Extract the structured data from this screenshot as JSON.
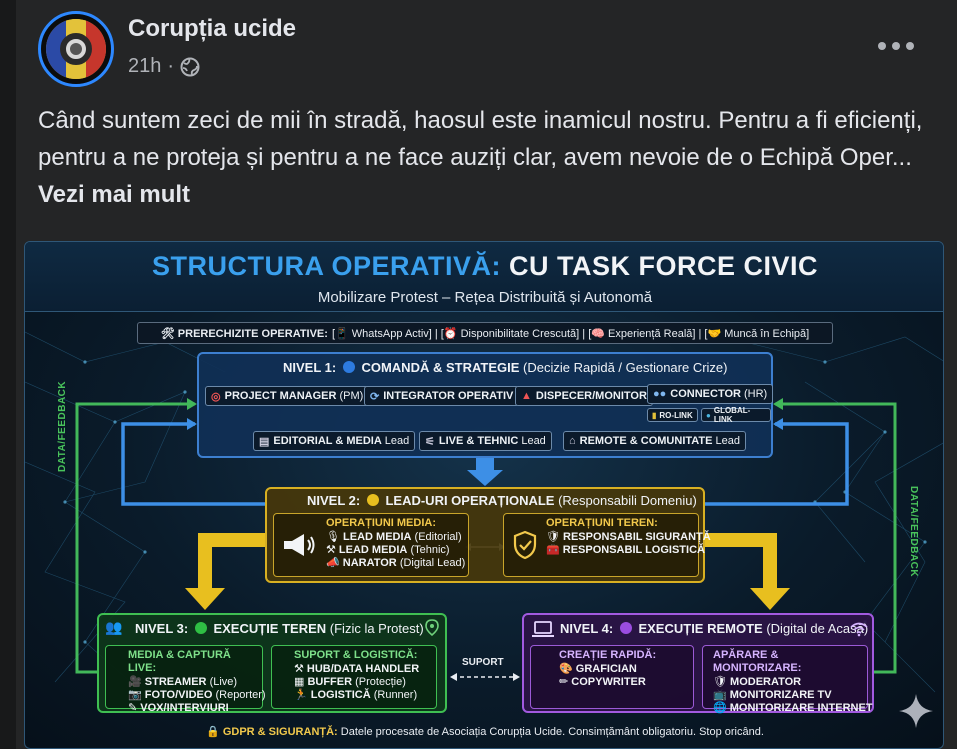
{
  "post": {
    "page_name": "Corupția ucide",
    "time": "21h",
    "separator": "·",
    "text": "Când suntem zeci de mii în stradă, haosul este inamicul nostru. Pentru a fi eficienți, pentru a ne proteja și pentru a ne face auziți clar, avem nevoie de o Echipă Oper...",
    "see_more": "Vezi mai mult"
  },
  "colors": {
    "fb_blue": "#2d88ff",
    "card_bg": "#242526",
    "page_bg": "#18191a"
  },
  "infographic": {
    "title_a": "STRUCTURA OPERATIVĂ:",
    "title_b": "CU TASK FORCE CIVIC",
    "subtitle": "Mobilizare Protest – Rețea Distribuită și Autonomă",
    "prereq_label": "🛠 PRERECHIZITE OPERATIVE:",
    "prereq_items": "[📱 WhatsApp Activ] | [⏰ Disponibilitate Crescută] | [🧠 Experiență Reală] | [🤝 Muncă în Echipă]",
    "level1": {
      "title": "NIVEL 1:",
      "name": "COMANDĂ & STRATEGIE",
      "note": "(Decizie Rapidă / Gestionare Crize)",
      "pm": "PROJECT MANAGER",
      "pm_note": "(PM)",
      "integrator": "INTEGRATOR OPERATIV",
      "dispecer": "DISPECER/MONITOR",
      "connector": "CONNECTOR",
      "connector_note": "(HR)",
      "ro_link": "RO-LINK",
      "global_link": "GLOBAL-LINK",
      "editorial": "EDITORIAL & MEDIA",
      "live": "LIVE & TEHNIC",
      "remote": "REMOTE & COMUNITATE",
      "lead": "Lead"
    },
    "level2": {
      "title": "NIVEL 2:",
      "name": "LEAD-URI OPERAȚIONALE",
      "note": "(Responsabili Domeniu)",
      "media_h": "OPERAȚIUNI MEDIA:",
      "media_1": "LEAD MEDIA",
      "media_1n": "(Editorial)",
      "media_2": "LEAD MEDIA",
      "media_2n": "(Tehnic)",
      "media_3": "NARATOR",
      "media_3n": "(Digital Lead)",
      "teren_h": "OPERAȚIUNI TEREN:",
      "teren_1": "RESPONSABIL SIGURANȚĂ",
      "teren_2": "RESPONSABIL LOGISTICĂ"
    },
    "level3": {
      "title": "NIVEL 3:",
      "name": "EXECUȚIE TEREN",
      "note": "(Fizic la Protest)",
      "a_h": "MEDIA & CAPTURĂ LIVE:",
      "a_1": "STREAMER",
      "a_1n": "(Live)",
      "a_2": "FOTO/VIDEO",
      "a_2n": "(Reporter)",
      "a_3": "VOX/INTERVIURI",
      "b_h": "SUPORT & LOGISTICĂ:",
      "b_1": "HUB/DATA HANDLER",
      "b_2": "BUFFER",
      "b_2n": "(Protecție)",
      "b_3": "LOGISTICĂ",
      "b_3n": "(Runner)"
    },
    "level4": {
      "title": "NIVEL 4:",
      "name": "EXECUȚIE REMOTE",
      "note": "(Digital de Acasă)",
      "a_h": "CREAȚIE RAPIDĂ:",
      "a_1": "GRAFICIAN",
      "a_2": "COPYWRITER",
      "b_h": "APĂRARE & MONITORIZARE:",
      "b_1": "MODERATOR",
      "b_2": "MONITORIZARE TV",
      "b_3": "MONITORIZARE INTERNET"
    },
    "suport": "SUPORT",
    "data_feedback": "DATA/FEEDBACK",
    "gdpr_label": "🔒 GDPR & SIGURANȚĂ:",
    "gdpr_text": "Datele procesate de Asociația Corupția Ucide. Consimțământ obligatoriu. Stop oricând."
  }
}
